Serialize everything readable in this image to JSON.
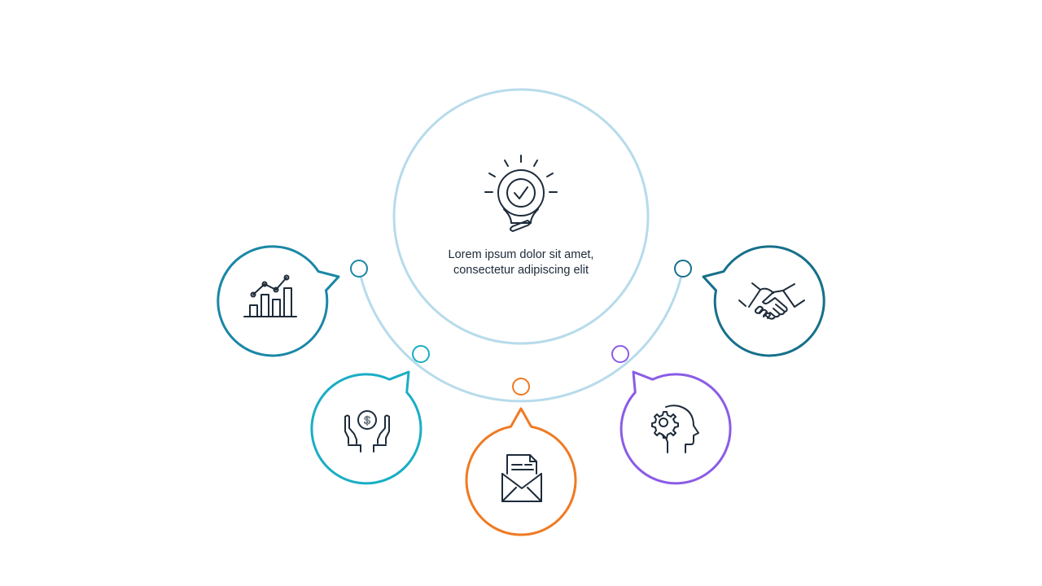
{
  "center": {
    "text": "Lorem ipsum dolor sit amet, consectetur adipiscing elit",
    "icon": "lightbulb-check-icon",
    "color": "#b7dbeb"
  },
  "icon_color": "#1d2b3a",
  "arc_color": "#b7dbeb",
  "items": [
    {
      "id": "growth-chart",
      "icon": "bar-chart-growth-icon",
      "color": "#1a87a6"
    },
    {
      "id": "money-hands",
      "icon": "dollar-hands-icon",
      "color": "#19aec5"
    },
    {
      "id": "mail",
      "icon": "envelope-document-icon",
      "color": "#ef7a22"
    },
    {
      "id": "mind-gear",
      "icon": "head-gear-icon",
      "color": "#8b5ce6"
    },
    {
      "id": "handshake",
      "icon": "handshake-icon",
      "color": "#16708a"
    }
  ]
}
